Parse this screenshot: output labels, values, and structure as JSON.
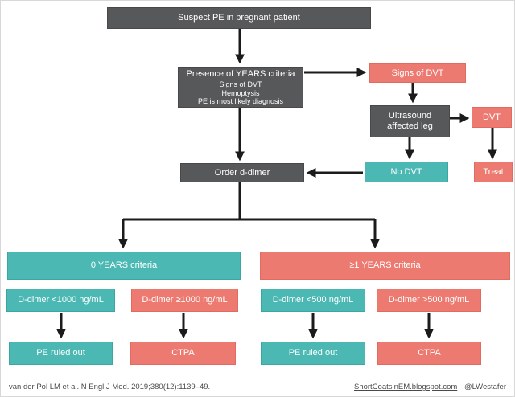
{
  "colors": {
    "background": "#ffffff",
    "dark_box": "#57585a",
    "teal_box": "#4bb8b4",
    "red_box": "#ed7a70",
    "arrow": "#1b1b1b"
  },
  "nodes": {
    "suspect": {
      "label": "Suspect PE in pregnant patient"
    },
    "years": {
      "title": "Presence of YEARS criteria",
      "lines": [
        "Signs of DVT",
        "Hemoptysis",
        "PE is most likely diagnosis"
      ]
    },
    "signs_dvt": {
      "label": "Signs of DVT"
    },
    "ultrasound": {
      "label": "Ultrasound affected leg"
    },
    "dvt": {
      "label": "DVT"
    },
    "no_dvt": {
      "label": "No DVT"
    },
    "treat": {
      "label": "Treat"
    },
    "order_ddimer": {
      "label": "Order d-dimer"
    },
    "zero_years": {
      "label": "0 YEARS criteria"
    },
    "ge1_years": {
      "label": "≥1 YEARS criteria"
    },
    "dd_lt1000": {
      "label": "D-dimer <1000 ng/mL"
    },
    "dd_ge1000": {
      "label": "D-dimer ≥1000 ng/mL"
    },
    "dd_lt500": {
      "label": "D-dimer <500 ng/mL"
    },
    "dd_gt500": {
      "label": "D-dimer >500 ng/mL"
    },
    "pe_ruled_out_left": {
      "label": "PE ruled out"
    },
    "ctpa_left": {
      "label": "CTPA"
    },
    "pe_ruled_out_right": {
      "label": "PE ruled out"
    },
    "ctpa_right": {
      "label": "CTPA"
    }
  },
  "footer": {
    "citation": "van der Pol LM et al. N Engl J Med. 2019;380(12):1139–49.",
    "site": "ShortCoatsinEM.blogspot.com",
    "handle": "@LWestafer"
  }
}
